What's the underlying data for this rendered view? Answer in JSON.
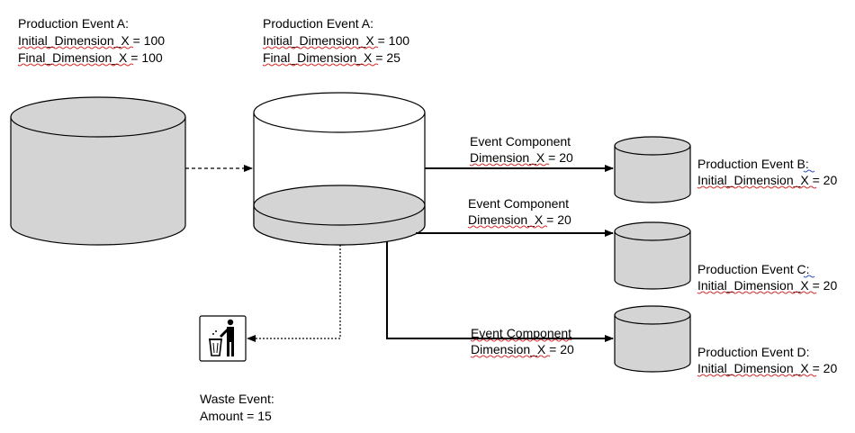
{
  "colors": {
    "cylinder_fill": "#d4d4d4",
    "cylinder_empty": "#ffffff",
    "stroke": "#000000",
    "spellcheck": "#d03030"
  },
  "labels": {
    "source": {
      "line1": "Production Event A:",
      "line2": "Initial_Dimension_X = 100",
      "line3": "Final_Dimension_X = 100"
    },
    "processed": {
      "line1": "Production Event A:",
      "line2": "Initial_Dimension_X = 100",
      "line3": "Final_Dimension_X = 25"
    },
    "component1": {
      "line1": "Event Component",
      "line2": "Dimension_X = 20"
    },
    "component2": {
      "line1": "Event Component",
      "line2": "Dimension_X = 20"
    },
    "component3": {
      "line1": "Event Component",
      "line2": "Dimension_X = 20"
    },
    "event_b": {
      "line1": "Production Event B:",
      "line2": "Initial_Dimension_X = 20"
    },
    "event_c": {
      "line1": "Production Event C:",
      "line2": "Initial_Dimension_X = 20"
    },
    "event_d": {
      "line1": "Production Event D:",
      "line2": "Initial_Dimension_X = 20"
    },
    "waste": {
      "line1": "Waste Event:",
      "line2": "Amount = 15"
    }
  },
  "icons": {
    "waste": "trash-bin-person-icon"
  }
}
